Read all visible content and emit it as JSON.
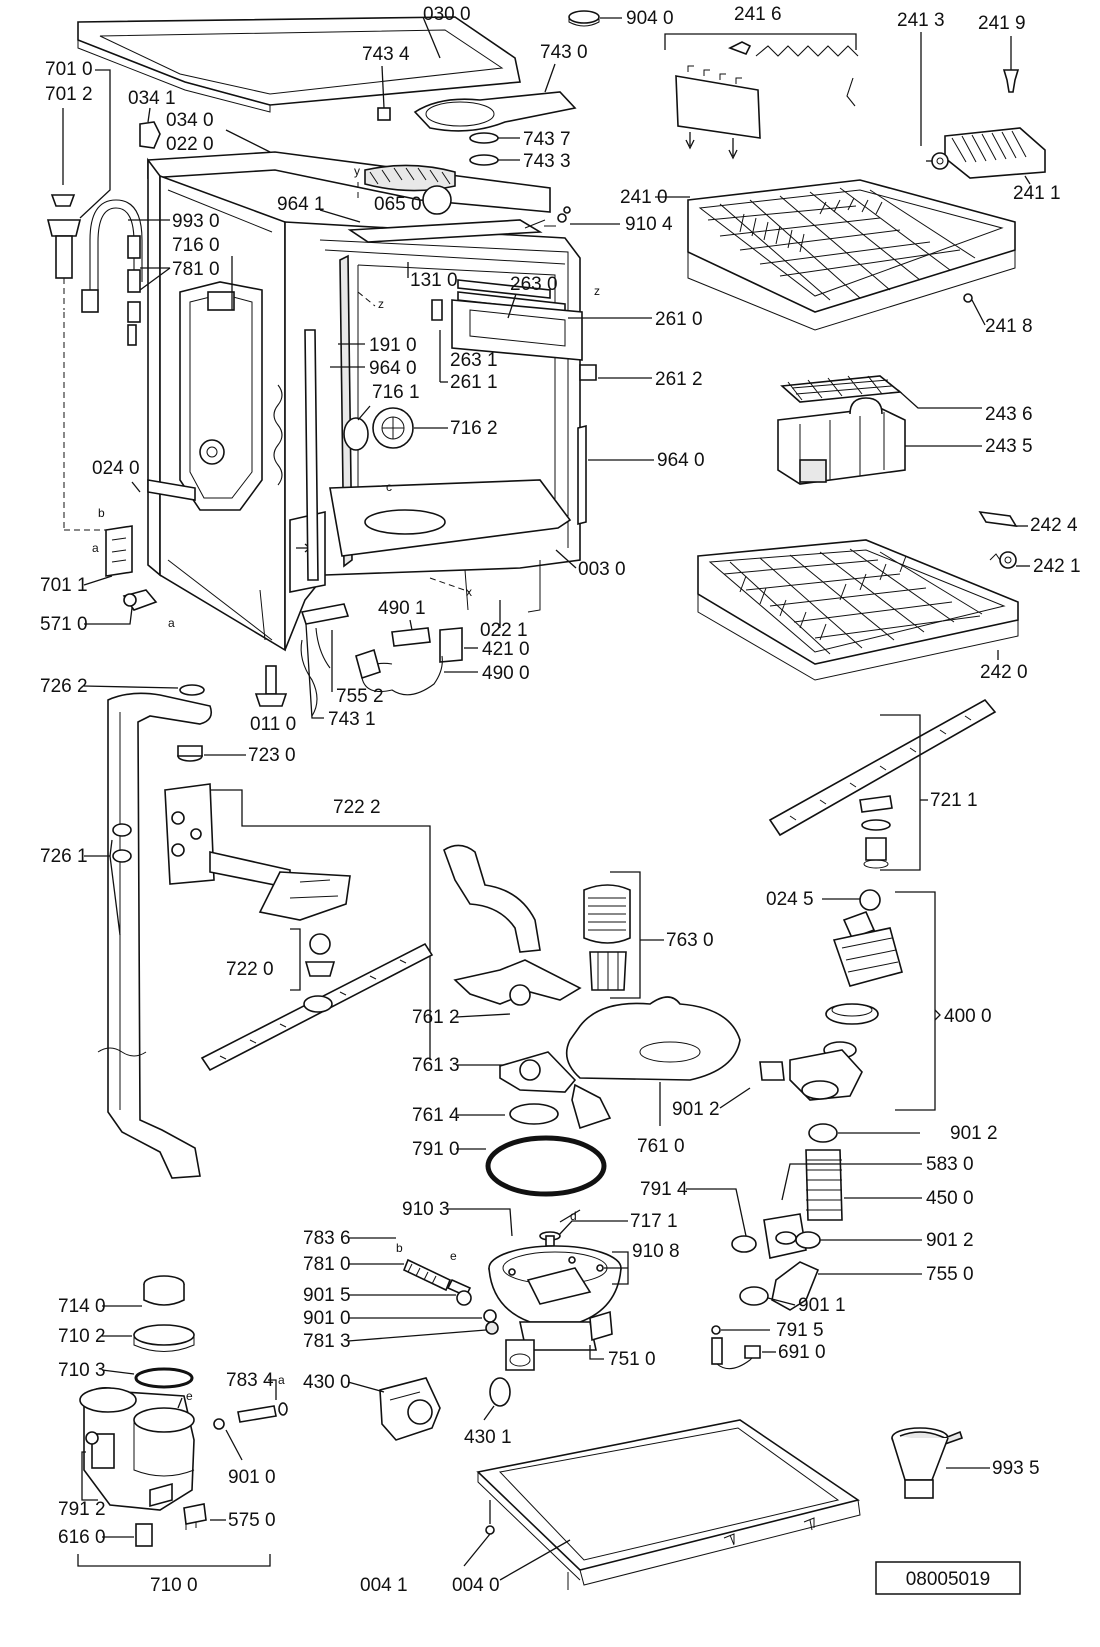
{
  "labels": {
    "p0300": "030 0",
    "p9040": "904 0",
    "p2416": "241 6",
    "p2413": "241 3",
    "p2419": "241 9",
    "p7010": "701 0",
    "p7012": "701 2",
    "p0341": "034 1",
    "p7434": "743 4",
    "p7430": "743 0",
    "p0340": "034 0",
    "p0220": "022 0",
    "p7437": "743 7",
    "p7433": "743 3",
    "p2411": "241 1",
    "p9641": "964 1",
    "p0650": "065 0",
    "p2410": "241 0",
    "p9104": "910 4",
    "p9930": "993 0",
    "p7160": "716 0",
    "p7810a": "781 0",
    "p1310": "131 0",
    "p2630": "263 0",
    "p2610": "261 0",
    "p2418": "241 8",
    "p1910": "191 0",
    "p2631": "263 1",
    "p9640a": "964 0",
    "p2611": "261 1",
    "p2612": "261 2",
    "p7161": "716 1",
    "p7162": "716 2",
    "p2436": "243 6",
    "p2435": "243 5",
    "p0240": "024 0",
    "p9640b": "964 0",
    "p0030": "003 0",
    "p2424": "242 4",
    "p2421": "242 1",
    "p7011": "701 1",
    "p4901": "490 1",
    "p0221": "022 1",
    "p5710": "571 0",
    "p4210": "421 0",
    "p4900": "490 0",
    "p2420": "242 0",
    "p7262": "726 2",
    "p7552": "755 2",
    "p0110": "011 0",
    "p7431": "743 1",
    "p7230": "723 0",
    "p7222": "722 2",
    "p7211": "721 1",
    "p7261": "726 1",
    "p0245": "024 5",
    "p7630": "763 0",
    "p7220": "722 0",
    "p4000": "400 0",
    "p7612": "761 2",
    "p7613": "761 3",
    "p9012a": "901 2",
    "p7614": "761 4",
    "p7610": "761 0",
    "p9012b": "901 2",
    "p7910": "791 0",
    "p5830": "583 0",
    "p7914": "791 4",
    "p9103": "910 3",
    "p4500": "450 0",
    "p7171": "717 1",
    "p9012c": "901 2",
    "p9108": "910 8",
    "p7836": "783 6",
    "p7810b": "781 0",
    "p7550": "755 0",
    "p9015": "901 5",
    "p9011": "901 1",
    "p9010a": "901 0",
    "p7915": "791 5",
    "p7140": "714 0",
    "p7813": "781 3",
    "p7510": "751 0",
    "p6910": "691 0",
    "p7102": "710 2",
    "p7103": "710 3",
    "p4300": "430 0",
    "p4301": "430 1",
    "p7834": "783 4",
    "p9010b": "901 0",
    "p9935": "993 5",
    "p7912": "791 2",
    "p5750": "575 0",
    "p6160": "616 0",
    "p7100": "710 0",
    "p0041": "004 1",
    "p0040": "004 0"
  },
  "letters": {
    "z1": "z",
    "z2": "z",
    "z3": "z",
    "b1": "b",
    "a1": "a",
    "a2": "a",
    "c1": "c",
    "x1": "x",
    "y1": "y",
    "a3": "a",
    "e1": "e",
    "d1": "d",
    "b2": "b",
    "e2": "e"
  },
  "drawing_number": "08005019"
}
